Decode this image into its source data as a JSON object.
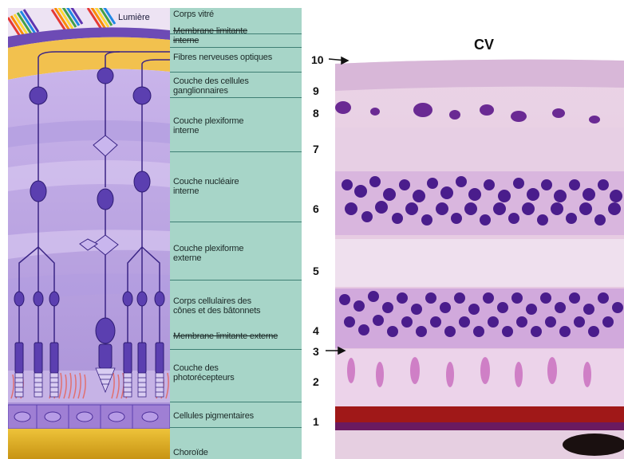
{
  "diagram": {
    "light_label": "Lumière",
    "layers": [
      {
        "id": "corps-vitre",
        "label": "Corps vitré"
      },
      {
        "id": "membrane-limitante-interne",
        "label": "Membrane limitante\ninterne"
      },
      {
        "id": "fibres-nerveuses-optiques",
        "label": "Fibres nerveuses optiques"
      },
      {
        "id": "cellules-ganglionnaires",
        "label": "Couche des cellules\nganglionnaires"
      },
      {
        "id": "plexiforme-interne",
        "label": "Couche plexiforme\ninterne"
      },
      {
        "id": "nucleaire-interne",
        "label": "Couche nucléaire\ninterne"
      },
      {
        "id": "plexiforme-externe",
        "label": "Couche plexiforme\nexterne"
      },
      {
        "id": "corps-cellulaires",
        "label": "Corps cellulaires des\ncônes et des bâtonnets"
      },
      {
        "id": "membrane-limitante-externe",
        "label": "Membrane limitante externe"
      },
      {
        "id": "photorecepteurs",
        "label": "Couche des\nphotorécepteurs"
      },
      {
        "id": "cellules-pigmentaires",
        "label": "Cellules pigmentaires"
      },
      {
        "id": "choroide",
        "label": "Choroïde"
      }
    ],
    "micrograph": {
      "title": "CV",
      "numbers": [
        "10",
        "9",
        "8",
        "7",
        "6",
        "5",
        "4",
        "3",
        "2",
        "1"
      ]
    }
  },
  "colors": {
    "choroid": "#e6b422",
    "retina_light": "#bfa6e0",
    "retina_dark": "#9c84cf",
    "neuron": "#5b3fb0",
    "label_panel": "#a7d5c8",
    "nuclei": "#4a1d8c",
    "tissue_pink": "#e6c3de",
    "pigment": "#a01818"
  }
}
